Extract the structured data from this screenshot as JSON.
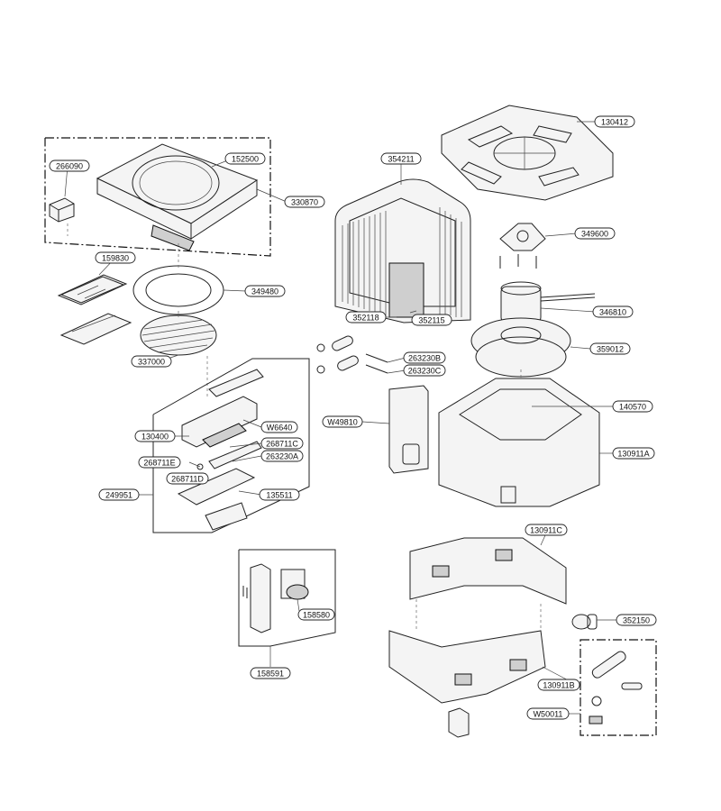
{
  "labels": [
    {
      "id": "130412",
      "text": "130412"
    },
    {
      "id": "354211",
      "text": "354211"
    },
    {
      "id": "152500",
      "text": "152500"
    },
    {
      "id": "266090",
      "text": "266090"
    },
    {
      "id": "330870",
      "text": "330870"
    },
    {
      "id": "349600",
      "text": "349600"
    },
    {
      "id": "159830",
      "text": "159830"
    },
    {
      "id": "349480",
      "text": "349480"
    },
    {
      "id": "346810",
      "text": "346810"
    },
    {
      "id": "352118",
      "text": "352118"
    },
    {
      "id": "352115",
      "text": "352115"
    },
    {
      "id": "359012",
      "text": "359012"
    },
    {
      "id": "337000",
      "text": "337000"
    },
    {
      "id": "263230B",
      "text": "263230B"
    },
    {
      "id": "263230C",
      "text": "263230C"
    },
    {
      "id": "140570",
      "text": "140570"
    },
    {
      "id": "W49810",
      "text": "W49810"
    },
    {
      "id": "W6640",
      "text": "W6640"
    },
    {
      "id": "130400",
      "text": "130400"
    },
    {
      "id": "268711C",
      "text": "268711C"
    },
    {
      "id": "130911A",
      "text": "130911A"
    },
    {
      "id": "268711E",
      "text": "268711E"
    },
    {
      "id": "263230A",
      "text": "263230A"
    },
    {
      "id": "268711D",
      "text": "268711D"
    },
    {
      "id": "249951",
      "text": "249951"
    },
    {
      "id": "135511",
      "text": "135511"
    },
    {
      "id": "130911C",
      "text": "130911C"
    },
    {
      "id": "158580",
      "text": "158580"
    },
    {
      "id": "352150",
      "text": "352150"
    },
    {
      "id": "158591",
      "text": "158591"
    },
    {
      "id": "130911B",
      "text": "130911B"
    },
    {
      "id": "W50011",
      "text": "W50011"
    }
  ]
}
